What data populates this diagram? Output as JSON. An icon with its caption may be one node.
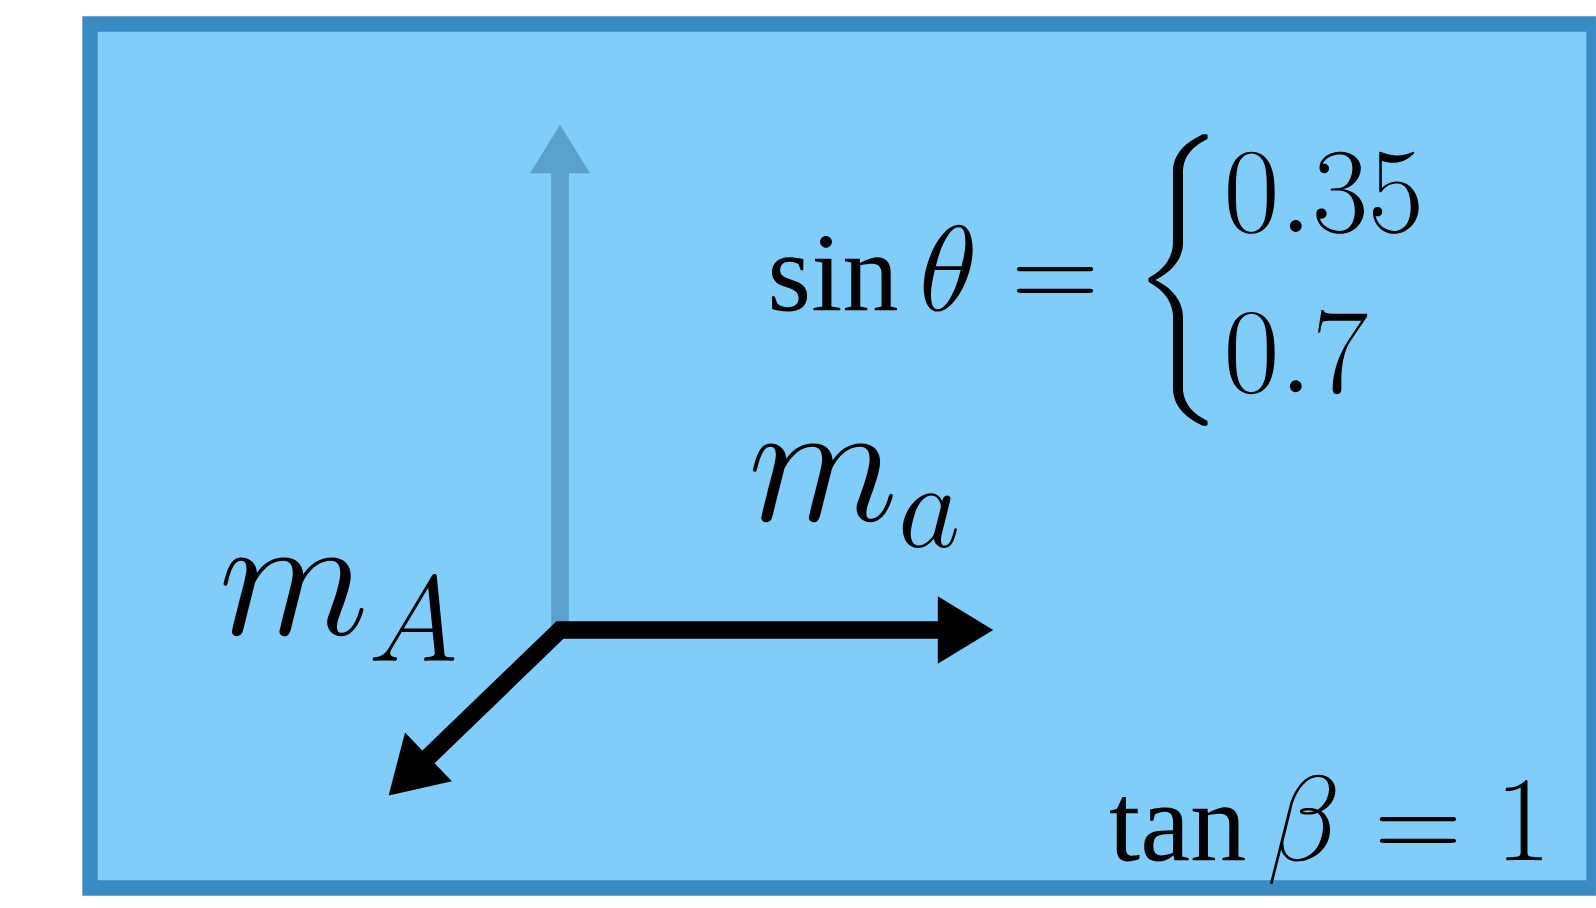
{
  "diagram": {
    "labels": [
      "m_A",
      "m_a",
      "\\sin\\theta = \\begin{cases}0.35\\\\0.7\\end{cases}",
      "\\tan\\beta = 1"
    ]
  }
}
